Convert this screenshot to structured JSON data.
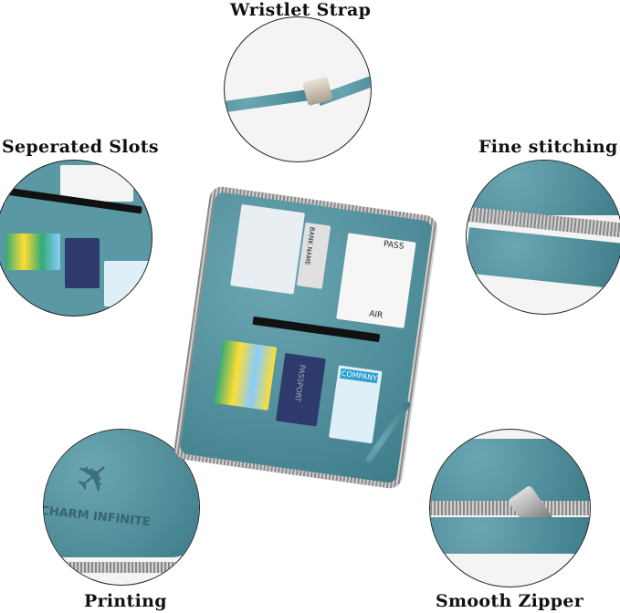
{
  "labels": {
    "wristlet_strap": "Wristlet Strap",
    "seperated_slots": "Seperated Slots",
    "fine_stitching": "Fine stitching",
    "printing": "Printing",
    "smooth_zipper": "Smooth Zipper"
  },
  "product_text": {
    "brand": "CHARM INFINITE",
    "passport": "PASSPORT",
    "company": "COMPANY",
    "bank_name": "BANK NAME",
    "boarding_pass": "PASS",
    "air": "AIR"
  },
  "colors": {
    "leather": "#4f8f9c",
    "zipper": "#9a9a9a",
    "passport": "#2e3a6b"
  }
}
